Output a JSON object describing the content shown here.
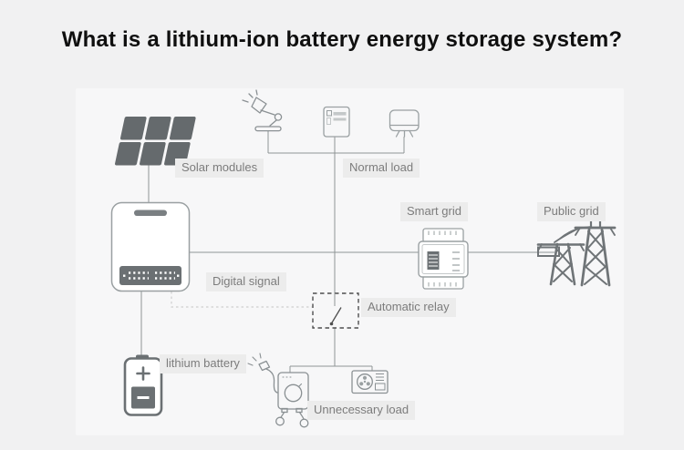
{
  "title": "What is a lithium-ion battery energy storage system?",
  "labels": {
    "solar_modules": "Solar modules",
    "normal_load": "Normal load",
    "smart_grid": "Smart grid",
    "public_grid": "Public grid",
    "digital_signal": "Digital signal",
    "automatic_relay": "Automatic relay",
    "lithium_battery": "lithium battery",
    "unnecessary_load": "Unnecessary load"
  },
  "icons": {
    "solar_modules": "solar-panel-icon",
    "inverter": "inverter-icon",
    "lamp": "desk-lamp-icon",
    "fridge": "refrigerator-icon",
    "monitor": "monitor-icon",
    "smart_meter": "smart-meter-icon",
    "public_grid": "transmission-tower-icon",
    "relay": "relay-switch-icon",
    "battery": "battery-icon",
    "water_heater": "water-heater-icon",
    "air_conditioner": "air-conditioner-icon"
  },
  "colors": {
    "page_background": "#f1f1f2",
    "panel_background": "#f7f7f8",
    "dark_icon_fill": "#656a6d",
    "outline_stroke": "#9aa0a2",
    "wire_line": "#8f9496",
    "signal_dashed": "#cfcfcf",
    "relay_dash": "#4f4f4f",
    "label_text": "#7c7c7c",
    "title_text": "#0f0f0f"
  }
}
